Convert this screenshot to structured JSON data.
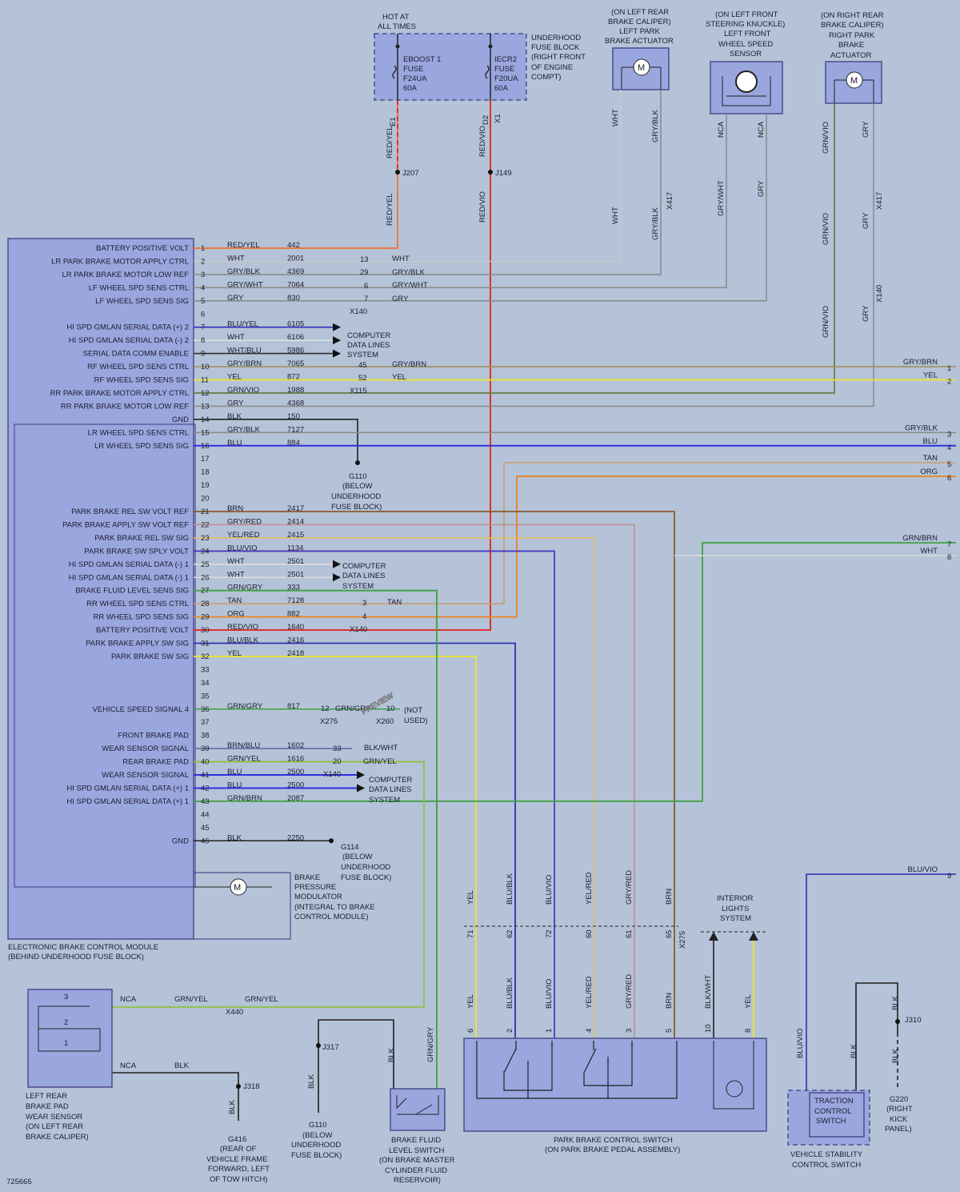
{
  "module": {
    "name_lines": [
      "ELECTRONIC BRAKE CONTROL MODULE",
      "(BEHIND UNDERHOOD FUSE BLOCK)"
    ]
  },
  "pins": [
    {
      "n": "1",
      "label": "BATTERY POSITIVE VOLT",
      "wire": "RED/YEL",
      "circ": "442"
    },
    {
      "n": "2",
      "label": "LR PARK BRAKE MOTOR APPLY CTRL",
      "wire": "WHT",
      "circ": "2001"
    },
    {
      "n": "3",
      "label": "LR PARK BRAKE MOTOR LOW REF",
      "wire": "GRY/BLK",
      "circ": "4369"
    },
    {
      "n": "4",
      "label": "LF WHEEL SPD SENS CTRL",
      "wire": "GRY/WHT",
      "circ": "7064"
    },
    {
      "n": "5",
      "label": "LF WHEEL SPD SENS SIG",
      "wire": "GRY",
      "circ": "830"
    },
    {
      "n": "6",
      "label": "",
      "wire": "",
      "circ": ""
    },
    {
      "n": "7",
      "label": "HI SPD GMLAN SERIAL DATA (+) 2",
      "wire": "BLU/YEL",
      "circ": "6105"
    },
    {
      "n": "8",
      "label": "HI SPD GMLAN SERIAL DATA (-) 2",
      "wire": "WHT",
      "circ": "6106"
    },
    {
      "n": "9",
      "label": "SERIAL DATA COMM ENABLE",
      "wire": "WHT/BLU",
      "circ": "5986"
    },
    {
      "n": "10",
      "label": "RF WHEEL SPD SENS CTRL",
      "wire": "GRY/BRN",
      "circ": "7065"
    },
    {
      "n": "11",
      "label": "RF WHEEL SPD SENS SIG",
      "wire": "YEL",
      "circ": "872"
    },
    {
      "n": "12",
      "label": "RR PARK BRAKE MOTOR APPLY CTRL",
      "wire": "GRN/VIO",
      "circ": "1988"
    },
    {
      "n": "13",
      "label": "RR PARK BRAKE MOTOR LOW REF",
      "wire": "GRY",
      "circ": "4368"
    },
    {
      "n": "14",
      "label": "GND",
      "wire": "BLK",
      "circ": "150"
    },
    {
      "n": "15",
      "label": "LR WHEEL SPD SENS CTRL",
      "wire": "GRY/BLK",
      "circ": "7127"
    },
    {
      "n": "16",
      "label": "LR WHEEL SPD SENS SIG",
      "wire": "BLU",
      "circ": "884"
    },
    {
      "n": "17",
      "label": "",
      "wire": "",
      "circ": ""
    },
    {
      "n": "18",
      "label": "",
      "wire": "",
      "circ": ""
    },
    {
      "n": "19",
      "label": "",
      "wire": "",
      "circ": ""
    },
    {
      "n": "20",
      "label": "",
      "wire": "",
      "circ": ""
    },
    {
      "n": "21",
      "label": "PARK BRAKE REL SW VOLT REF",
      "wire": "BRN",
      "circ": "2417"
    },
    {
      "n": "22",
      "label": "PARK BRAKE APPLY SW VOLT REF",
      "wire": "GRY/RED",
      "circ": "2414"
    },
    {
      "n": "23",
      "label": "PARK BRAKE REL SW SIG",
      "wire": "YEL/RED",
      "circ": "2415"
    },
    {
      "n": "24",
      "label": "PARK BRAKE SW SPLY VOLT",
      "wire": "BLU/VIO",
      "circ": "1134"
    },
    {
      "n": "25",
      "label": "HI SPD GMLAN SERIAL DATA (-) 1",
      "wire": "WHT",
      "circ": "2501"
    },
    {
      "n": "26",
      "label": "HI SPD GMLAN SERIAL DATA (-) 1",
      "wire": "WHT",
      "circ": "2501"
    },
    {
      "n": "27",
      "label": "BRAKE FLUID LEVEL SENS SIG",
      "wire": "GRN/GRY",
      "circ": "333"
    },
    {
      "n": "28",
      "label": "RR WHEEL SPD SENS CTRL",
      "wire": "TAN",
      "circ": "7128"
    },
    {
      "n": "29",
      "label": "RR WHEEL SPD SENS SIG",
      "wire": "ORG",
      "circ": "882"
    },
    {
      "n": "30",
      "label": "BATTERY POSITIVE VOLT",
      "wire": "RED/VIO",
      "circ": "1640"
    },
    {
      "n": "31",
      "label": "PARK BRAKE APPLY SW SIG",
      "wire": "BLU/BLK",
      "circ": "2416"
    },
    {
      "n": "32",
      "label": "PARK BRAKE SW SIG",
      "wire": "YEL",
      "circ": "2418"
    },
    {
      "n": "33",
      "label": "",
      "wire": "",
      "circ": ""
    },
    {
      "n": "34",
      "label": "",
      "wire": "",
      "circ": ""
    },
    {
      "n": "35",
      "label": "",
      "wire": "",
      "circ": ""
    },
    {
      "n": "36",
      "label": "VEHICLE SPEED SIGNAL 4",
      "wire": "GRN/GRY",
      "circ": "817"
    },
    {
      "n": "37",
      "label": "",
      "wire": "",
      "circ": ""
    },
    {
      "n": "38",
      "label": "FRONT BRAKE PAD",
      "wire": "",
      "circ": ""
    },
    {
      "n": "39",
      "label": "WEAR SENSOR SIGNAL",
      "wire": "BRN/BLU",
      "circ": "1602"
    },
    {
      "n": "40",
      "label": "REAR BRAKE PAD",
      "wire": "GRN/YEL",
      "circ": "1616"
    },
    {
      "n": "41",
      "label": "WEAR SENSOR SIGNAL",
      "wire": "BLU",
      "circ": "2500"
    },
    {
      "n": "42",
      "label": "HI SPD GMLAN SERIAL DATA (+) 1",
      "wire": "BLU",
      "circ": "2500"
    },
    {
      "n": "43",
      "label": "HI SPD GMLAN SERIAL DATA (+) 1",
      "wire": "GRN/BRN",
      "circ": "2087"
    },
    {
      "n": "44",
      "label": "",
      "wire": "",
      "circ": ""
    },
    {
      "n": "45",
      "label": "",
      "wire": "",
      "circ": ""
    },
    {
      "n": "46",
      "label": "GND",
      "wire": "BLK",
      "circ": "2250"
    }
  ],
  "fuse_block": {
    "hot": [
      "HOT AT",
      "ALL TIMES"
    ],
    "name": [
      "UNDERHOOD",
      "FUSE BLOCK",
      "(RIGHT FRONT",
      "OF ENGINE",
      "COMPT)"
    ],
    "fuse1": [
      "EBOOST 1",
      "FUSE",
      "F24UA",
      "60A"
    ],
    "fuse2": [
      "IECR2",
      "FUSE",
      "F20UA",
      "60A"
    ],
    "pin1": "E1",
    "pin2": "D2",
    "conn": "X1",
    "wire1": "RED/YEL",
    "wire2": "RED/VIO",
    "j1": "J207",
    "j2": "J149"
  },
  "lr_actuator": {
    "title": [
      "(ON LEFT REAR",
      "BRAKE CALIPER)",
      "LEFT PARK",
      "BRAKE ACTUATOR"
    ],
    "w1": "WHT",
    "w2": "GRY/BLK",
    "conn": "X417"
  },
  "lf_sensor": {
    "title": [
      "(ON LEFT FRONT",
      "STEERING KNUCKLE)",
      "LEFT FRONT",
      "WHEEL SPEED",
      "SENSOR"
    ],
    "w1": "NCA",
    "w2": "NCA",
    "w3": "GRY/WHT",
    "w4": "GRY"
  },
  "rr_actuator": {
    "title": [
      "(ON RIGHT REAR",
      "BRAKE CALIPER)",
      "RIGHT PARK",
      "BRAKE",
      "ACTUATOR"
    ],
    "w1": "GRN/VIO",
    "w2": "GRY",
    "conn1": "X417",
    "conn2": "X140"
  },
  "inline": {
    "x140": "X140",
    "x115": "X115",
    "x275": "X275",
    "x260": "X260",
    "x440": "X440",
    "c13": "13",
    "c29": "29",
    "c6": "6",
    "c7": "7",
    "c45": "45",
    "c52": "52",
    "c3": "3",
    "c4": "4",
    "c12": "12",
    "c10": "10",
    "c33": "33",
    "c20": "20",
    "notused": [
      "(NOT",
      "USED)"
    ]
  },
  "data_lines": [
    "COMPUTER",
    "DATA LINES",
    "SYSTEM"
  ],
  "right_edge": [
    {
      "n": "1",
      "w": "GRY/BRN"
    },
    {
      "n": "2",
      "w": "YEL"
    },
    {
      "n": "3",
      "w": "GRY/BLK"
    },
    {
      "n": "4",
      "w": "BLU"
    },
    {
      "n": "5",
      "w": "TAN"
    },
    {
      "n": "6",
      "w": "ORG"
    },
    {
      "n": "7",
      "w": "GRN/BRN"
    },
    {
      "n": "8",
      "w": "WHT"
    },
    {
      "n": "9",
      "w": "BLU/VIO"
    }
  ],
  "grounds": {
    "g110": [
      "G110",
      "(BELOW",
      "UNDERHOOD",
      "FUSE BLOCK)"
    ],
    "g114": [
      "G114",
      "(BELOW",
      "UNDERHOOD",
      "FUSE BLOCK)"
    ],
    "g416": [
      "G416",
      "(REAR OF",
      "VEHICLE FRAME",
      "FORWARD, LEFT",
      "OF TOW HITCH)"
    ],
    "g220": [
      "G220",
      "(RIGHT",
      "KICK",
      "PANEL)"
    ]
  },
  "modulator": [
    "BRAKE",
    "PRESSURE",
    "MODULATOR",
    "(INTEGRAL TO BRAKE",
    "CONTROL MODULE)"
  ],
  "pad_sensor": {
    "name": [
      "LEFT REAR",
      "BRAKE PAD",
      "WEAR SENSOR",
      "(ON LEFT REAR",
      "BRAKE CALIPER)"
    ],
    "nca": "NCA",
    "w1": "GRN/YEL",
    "w2": "BLK",
    "j": "J318"
  },
  "fluid_switch": {
    "name": [
      "BRAKE FLUID",
      "LEVEL SWITCH",
      "(ON BRAKE MASTER",
      "CYLINDER FLUID",
      "RESERVOIR)"
    ],
    "w1": "BLK",
    "w2": "GRN/GRY",
    "j": "J317"
  },
  "park_switch": {
    "name": [
      "PARK BRAKE CONTROL SWITCH",
      "(ON PARK BRAKE PEDAL ASSEMBLY)"
    ],
    "wires": [
      "YEL",
      "BLU/BLK",
      "BLU/VIO",
      "YEL/RED",
      "GRY/RED",
      "BRN",
      "BLK/WHT",
      "YEL"
    ],
    "pins": [
      "6",
      "2",
      "1",
      "4",
      "3",
      "5",
      "10",
      "8"
    ],
    "x275pins": [
      "71",
      "62",
      "72",
      "60",
      "61",
      "65"
    ],
    "conn": "X275"
  },
  "interior": [
    "INTERIOR",
    "LIGHTS",
    "SYSTEM"
  ],
  "traction": {
    "name": [
      "TRACTION",
      "CONTROL",
      "SWITCH"
    ],
    "module": [
      "VEHICLE STABILITY",
      "CONTROL SWITCH"
    ],
    "w1": "BLU/VIO",
    "w2": "BLK",
    "j": "J310",
    "w3": "BLK"
  },
  "doc_id": "725665",
  "watermark": "PREVIEW"
}
